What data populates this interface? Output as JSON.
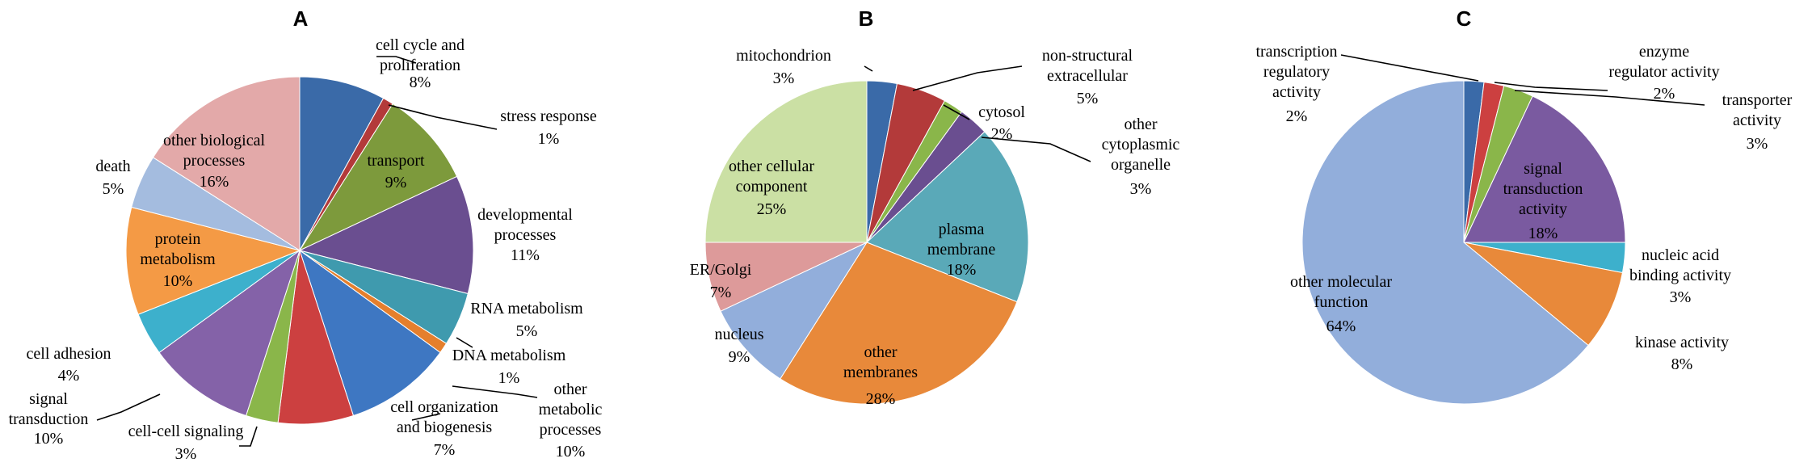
{
  "chart_data": [
    {
      "type": "pie",
      "panel": "A",
      "slices": [
        {
          "label": "cell cycle and proliferation",
          "pct": "8%",
          "value": 8,
          "color": "#3a6aa8"
        },
        {
          "label": "stress response",
          "pct": "1%",
          "value": 1,
          "color": "#b33a3a"
        },
        {
          "label": "transport",
          "pct": "9%",
          "value": 9,
          "color": "#7d9a3c"
        },
        {
          "label": "developmental processes",
          "pct": "11%",
          "value": 11,
          "color": "#6a4e90"
        },
        {
          "label": "RNA metabolism",
          "pct": "5%",
          "value": 5,
          "color": "#3f9aae"
        },
        {
          "label": "DNA metabolism",
          "pct": "1%",
          "value": 1,
          "color": "#e57f2d"
        },
        {
          "label": "other metabolic processes",
          "pct": "10%",
          "value": 10,
          "color": "#3e77c2"
        },
        {
          "label": "cell organization and biogenesis",
          "pct": "7%",
          "value": 7,
          "color": "#cc4040"
        },
        {
          "label": "cell-cell signaling",
          "pct": "3%",
          "value": 3,
          "color": "#8ab64a"
        },
        {
          "label": "signal transduction",
          "pct": "10%",
          "value": 10,
          "color": "#8462a8"
        },
        {
          "label": "cell adhesion",
          "pct": "4%",
          "value": 4,
          "color": "#3db0cc"
        },
        {
          "label": "protein metabolism",
          "pct": "10%",
          "value": 10,
          "color": "#f49a45"
        },
        {
          "label": "death",
          "pct": "5%",
          "value": 5,
          "color": "#a4bcdf"
        },
        {
          "label": "other biological processes",
          "pct": "16%",
          "value": 16,
          "color": "#e3a9a9"
        }
      ]
    },
    {
      "type": "pie",
      "panel": "B",
      "slices": [
        {
          "label": "mitochondrion",
          "pct": "3%",
          "value": 3,
          "color": "#3a6aa8"
        },
        {
          "label": "non-structural extracellular",
          "pct": "5%",
          "value": 5,
          "color": "#b33a3a"
        },
        {
          "label": "cytosol",
          "pct": "2%",
          "value": 2,
          "color": "#8ab64a"
        },
        {
          "label": "other cytoplasmic organelle",
          "pct": "3%",
          "value": 3,
          "color": "#6a4e90"
        },
        {
          "label": "plasma membrane",
          "pct": "18%",
          "value": 18,
          "color": "#5aa9b8"
        },
        {
          "label": "other membranes",
          "pct": "28%",
          "value": 28,
          "color": "#e8893a"
        },
        {
          "label": "nucleus",
          "pct": "9%",
          "value": 9,
          "color": "#92aedb"
        },
        {
          "label": "ER/Golgi",
          "pct": "7%",
          "value": 7,
          "color": "#dd9a9a"
        },
        {
          "label": "other cellular component",
          "pct": "25%",
          "value": 25,
          "color": "#cbe0a4"
        }
      ]
    },
    {
      "type": "pie",
      "panel": "C",
      "slices": [
        {
          "label": "transcription regulatory activity",
          "pct": "2%",
          "value": 2,
          "color": "#3a6aa8"
        },
        {
          "label": "enzyme regulator activity",
          "pct": "2%",
          "value": 2,
          "color": "#cc4040"
        },
        {
          "label": "transporter activity",
          "pct": "3%",
          "value": 3,
          "color": "#8ab64a"
        },
        {
          "label": "signal transduction activity",
          "pct": "18%",
          "value": 18,
          "color": "#7a5aa0"
        },
        {
          "label": "nucleic acid binding activity",
          "pct": "3%",
          "value": 3,
          "color": "#3db0cc"
        },
        {
          "label": "kinase activity",
          "pct": "8%",
          "value": 8,
          "color": "#e8893a"
        },
        {
          "label": "other molecular function",
          "pct": "64%",
          "value": 64,
          "color": "#92aedb"
        }
      ]
    }
  ]
}
